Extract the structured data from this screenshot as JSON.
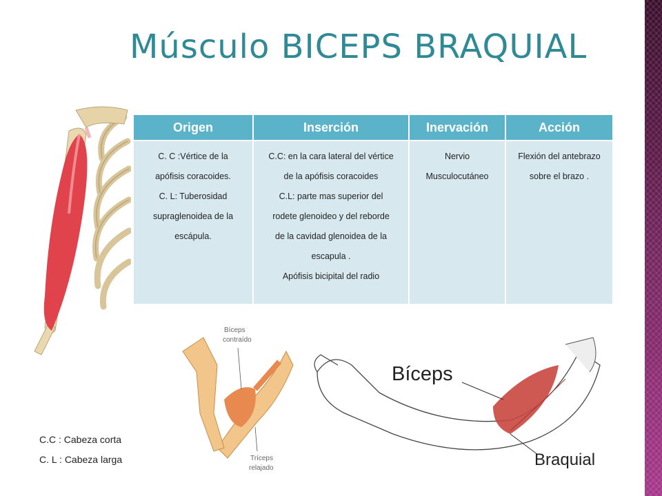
{
  "title": "Músculo BICEPS BRAQUIAL",
  "table": {
    "headers": [
      "Origen",
      "Inserción",
      "Inervación",
      "Acción"
    ],
    "cells": [
      [
        "C. C :Vértice de la",
        "apófisis coracoides.",
        "C. L: Tuberosidad",
        "supraglenoidea de la",
        "escápula."
      ],
      [
        "C.C: en la cara lateral del vértice",
        "de la apófisis coracoides",
        "C.L: parte mas superior del",
        "rodete glenoideo y del reborde",
        "de la cavidad glenoidea de la",
        "escapula .",
        "Apófisis bicipital del radio"
      ],
      [
        "Nervio",
        "Musculocutáneo"
      ],
      [
        "Flexión del antebrazo",
        "sobre el brazo ."
      ]
    ]
  },
  "figure_labels": {
    "biceps_contracted": [
      "Bíceps",
      "contraído"
    ],
    "triceps_relaxed": [
      "Tríceps",
      "relajado"
    ],
    "biceps": "Bíceps",
    "braquial": "Braquial"
  },
  "legend": {
    "cc": "C.C : Cabeza corta",
    "cl": "C. L : Cabeza larga"
  },
  "colors": {
    "title": "#2f8a96",
    "header_bg": "#5ab3c9",
    "cell_bg": "#d8e8ef",
    "muscle": "#e0434b",
    "sidebar": "#8a2d70"
  }
}
